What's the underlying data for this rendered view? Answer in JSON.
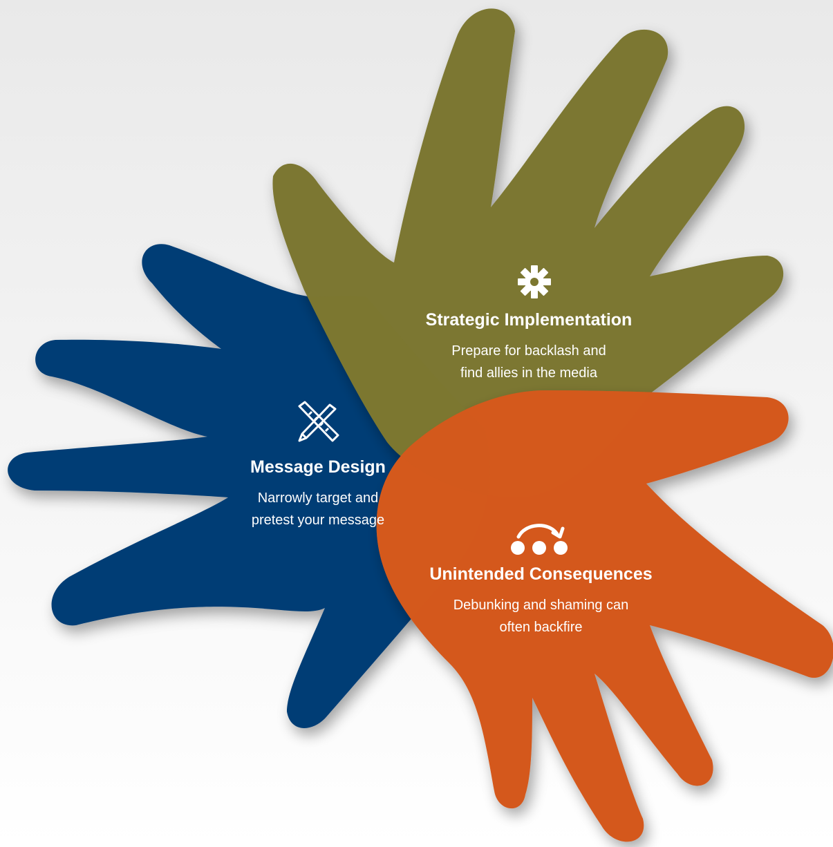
{
  "sections": [
    {
      "id": "strategic",
      "title": "Strategic Implementation",
      "desc_lines": [
        "Prepare for backlash and",
        "find allies in the media"
      ],
      "icon": "gear-icon",
      "color": "#7c7730"
    },
    {
      "id": "message",
      "title": "Message Design",
      "desc_lines": [
        "Narrowly target and",
        "pretest your message"
      ],
      "icon": "pencil-ruler-icon",
      "color": "#003e75"
    },
    {
      "id": "unintended",
      "title": "Unintended Consequences",
      "desc_lines": [
        "Debunking and shaming can",
        "often backfire"
      ],
      "icon": "arc-arrow-dots-icon",
      "color": "#d4591c"
    }
  ],
  "overlap_color": "#0f1a10"
}
